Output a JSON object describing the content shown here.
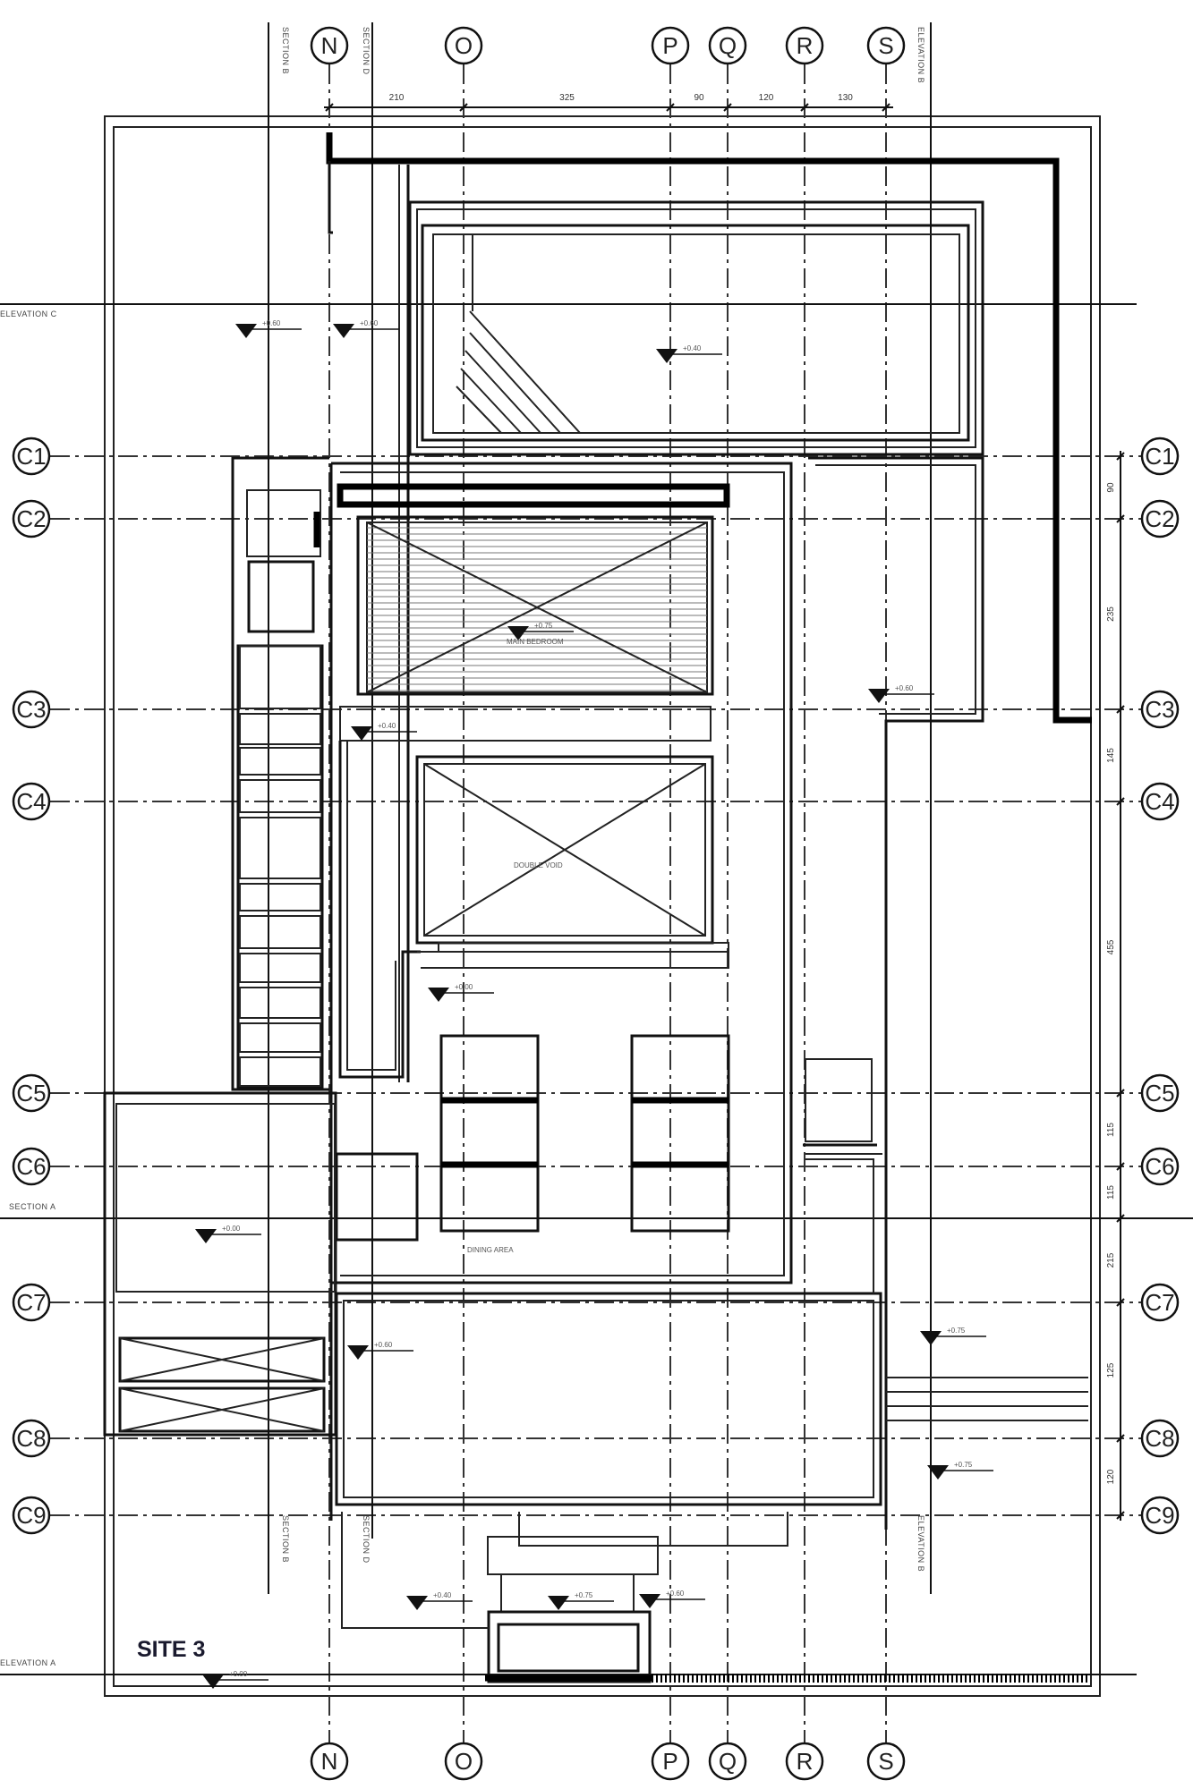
{
  "site_label": "SITE 3",
  "grid_columns": [
    {
      "label": "N"
    },
    {
      "label": "O"
    },
    {
      "label": "P"
    },
    {
      "label": "Q"
    },
    {
      "label": "R"
    },
    {
      "label": "S"
    }
  ],
  "grid_rows": [
    {
      "label": "C1"
    },
    {
      "label": "C2"
    },
    {
      "label": "C3"
    },
    {
      "label": "C4"
    },
    {
      "label": "C5"
    },
    {
      "label": "C6"
    },
    {
      "label": "C7"
    },
    {
      "label": "C8"
    },
    {
      "label": "C9"
    }
  ],
  "top_dimensions": [
    "210",
    "325",
    "90",
    "120",
    "130"
  ],
  "right_dimensions": [
    "90",
    "235",
    "145",
    "455",
    "115",
    "115",
    "215",
    "125",
    "120"
  ],
  "section_labels": {
    "section_b_top": "SECTION B",
    "section_d_top": "SECTION D",
    "elevation_b_top": "ELEVATION B",
    "section_b_bottom": "SECTION B",
    "section_d_bottom": "SECTION D",
    "elevation_b_bottom": "ELEVATION B",
    "elevation_c": "ELEVATION C",
    "section_a": "SECTION A",
    "elevation_a": "ELEVATION A"
  },
  "level_markers": [
    {
      "value": "+0.60"
    },
    {
      "value": "+0.60"
    },
    {
      "value": "+0.40"
    },
    {
      "value": "+0.60"
    },
    {
      "value": "+0.40"
    },
    {
      "value": "+0.00"
    },
    {
      "value": "+0.75"
    },
    {
      "value": "+0.00"
    },
    {
      "value": "+0.60"
    },
    {
      "value": "+0.75"
    },
    {
      "value": "+0.75"
    },
    {
      "value": "+0.40"
    },
    {
      "value": "+0.75"
    },
    {
      "value": "+0.60"
    },
    {
      "value": "+0.00"
    }
  ],
  "room_notes": {
    "note1": "MAIN BEDROOM",
    "note2": "DOUBLE VOID",
    "note3": "DINING AREA"
  },
  "colors": {
    "line": "#111111",
    "title": "#1a1a2e",
    "background": "#ffffff"
  }
}
